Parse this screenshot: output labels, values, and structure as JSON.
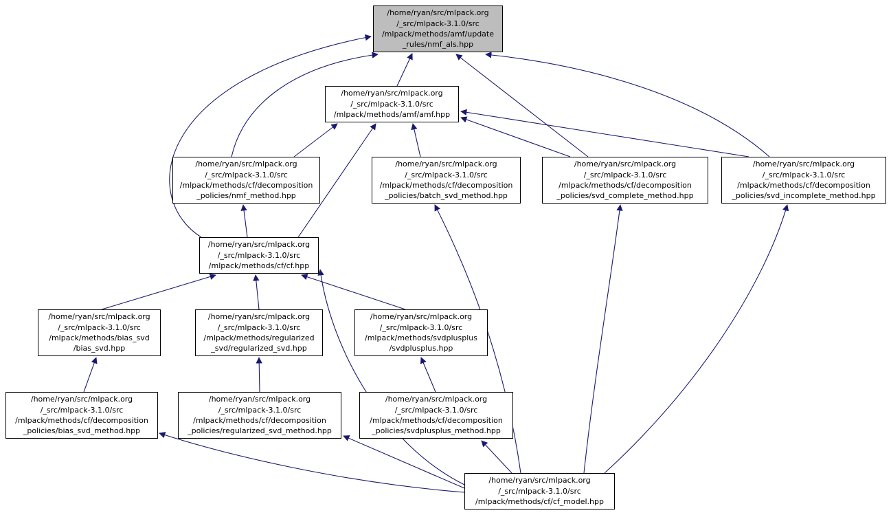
{
  "diagram": {
    "type": "include-dependency-graph",
    "description": "Doxygen 'included by' dependency graph for nmf_als.hpp (mlpack 3.1.0)",
    "colors": {
      "edge": "#191970",
      "node_border": "#000000",
      "node_fill": "#ffffff",
      "highlight_fill": "#bdbdbd",
      "background": "#ffffff",
      "text": "#000000"
    },
    "nodes": [
      {
        "id": "nmf_als",
        "highlighted": true,
        "lines": [
          "/home/ryan/src/mlpack.org",
          "/_src/mlpack-3.1.0/src",
          "/mlpack/methods/amf/update",
          "_rules/nmf_als.hpp"
        ]
      },
      {
        "id": "amf",
        "highlighted": false,
        "lines": [
          "/home/ryan/src/mlpack.org",
          "/_src/mlpack-3.1.0/src",
          "/mlpack/methods/amf/amf.hpp"
        ]
      },
      {
        "id": "nmf_method",
        "highlighted": false,
        "lines": [
          "/home/ryan/src/mlpack.org",
          "/_src/mlpack-3.1.0/src",
          "/mlpack/methods/cf/decomposition",
          "_policies/nmf_method.hpp"
        ]
      },
      {
        "id": "batch_svd_method",
        "highlighted": false,
        "lines": [
          "/home/ryan/src/mlpack.org",
          "/_src/mlpack-3.1.0/src",
          "/mlpack/methods/cf/decomposition",
          "_policies/batch_svd_method.hpp"
        ]
      },
      {
        "id": "svd_complete_method",
        "highlighted": false,
        "lines": [
          "/home/ryan/src/mlpack.org",
          "/_src/mlpack-3.1.0/src",
          "/mlpack/methods/cf/decomposition",
          "_policies/svd_complete_method.hpp"
        ]
      },
      {
        "id": "svd_incomplete_method",
        "highlighted": false,
        "lines": [
          "/home/ryan/src/mlpack.org",
          "/_src/mlpack-3.1.0/src",
          "/mlpack/methods/cf/decomposition",
          "_policies/svd_incomplete_method.hpp"
        ]
      },
      {
        "id": "cf",
        "highlighted": false,
        "lines": [
          "/home/ryan/src/mlpack.org",
          "/_src/mlpack-3.1.0/src",
          "/mlpack/methods/cf/cf.hpp"
        ]
      },
      {
        "id": "bias_svd",
        "highlighted": false,
        "lines": [
          "/home/ryan/src/mlpack.org",
          "/_src/mlpack-3.1.0/src",
          "/mlpack/methods/bias_svd",
          "/bias_svd.hpp"
        ]
      },
      {
        "id": "regularized_svd",
        "highlighted": false,
        "lines": [
          "/home/ryan/src/mlpack.org",
          "/_src/mlpack-3.1.0/src",
          "/mlpack/methods/regularized",
          "_svd/regularized_svd.hpp"
        ]
      },
      {
        "id": "svdplusplus",
        "highlighted": false,
        "lines": [
          "/home/ryan/src/mlpack.org",
          "/_src/mlpack-3.1.0/src",
          "/mlpack/methods/svdplusplus",
          "/svdplusplus.hpp"
        ]
      },
      {
        "id": "bias_svd_method",
        "highlighted": false,
        "lines": [
          "/home/ryan/src/mlpack.org",
          "/_src/mlpack-3.1.0/src",
          "/mlpack/methods/cf/decomposition",
          "_policies/bias_svd_method.hpp"
        ]
      },
      {
        "id": "regularized_svd_method",
        "highlighted": false,
        "lines": [
          "/home/ryan/src/mlpack.org",
          "/_src/mlpack-3.1.0/src",
          "/mlpack/methods/cf/decomposition",
          "_policies/regularized_svd_method.hpp"
        ]
      },
      {
        "id": "svdplusplus_method",
        "highlighted": false,
        "lines": [
          "/home/ryan/src/mlpack.org",
          "/_src/mlpack-3.1.0/src",
          "/mlpack/methods/cf/decomposition",
          "_policies/svdplusplus_method.hpp"
        ]
      },
      {
        "id": "cf_model",
        "highlighted": false,
        "lines": [
          "/home/ryan/src/mlpack.org",
          "/_src/mlpack-3.1.0/src",
          "/mlpack/methods/cf/cf_model.hpp"
        ]
      }
    ],
    "edges": [
      {
        "from": "amf",
        "to": "nmf_als"
      },
      {
        "from": "nmf_method",
        "to": "nmf_als"
      },
      {
        "from": "nmf_method",
        "to": "amf"
      },
      {
        "from": "cf",
        "to": "nmf_method"
      },
      {
        "from": "cf",
        "to": "amf"
      },
      {
        "from": "cf",
        "to": "nmf_als"
      },
      {
        "from": "batch_svd_method",
        "to": "amf"
      },
      {
        "from": "svd_complete_method",
        "to": "amf"
      },
      {
        "from": "svd_incomplete_method",
        "to": "amf"
      },
      {
        "from": "svd_complete_method",
        "to": "nmf_als"
      },
      {
        "from": "svd_incomplete_method",
        "to": "nmf_als"
      },
      {
        "from": "bias_svd",
        "to": "cf"
      },
      {
        "from": "regularized_svd",
        "to": "cf"
      },
      {
        "from": "svdplusplus",
        "to": "cf"
      },
      {
        "from": "bias_svd_method",
        "to": "bias_svd"
      },
      {
        "from": "regularized_svd_method",
        "to": "regularized_svd"
      },
      {
        "from": "svdplusplus_method",
        "to": "svdplusplus"
      },
      {
        "from": "cf_model",
        "to": "cf"
      },
      {
        "from": "cf_model",
        "to": "bias_svd_method"
      },
      {
        "from": "cf_model",
        "to": "regularized_svd_method"
      },
      {
        "from": "cf_model",
        "to": "svdplusplus_method"
      },
      {
        "from": "cf_model",
        "to": "batch_svd_method"
      },
      {
        "from": "cf_model",
        "to": "svd_complete_method"
      },
      {
        "from": "cf_model",
        "to": "svd_incomplete_method"
      }
    ]
  }
}
